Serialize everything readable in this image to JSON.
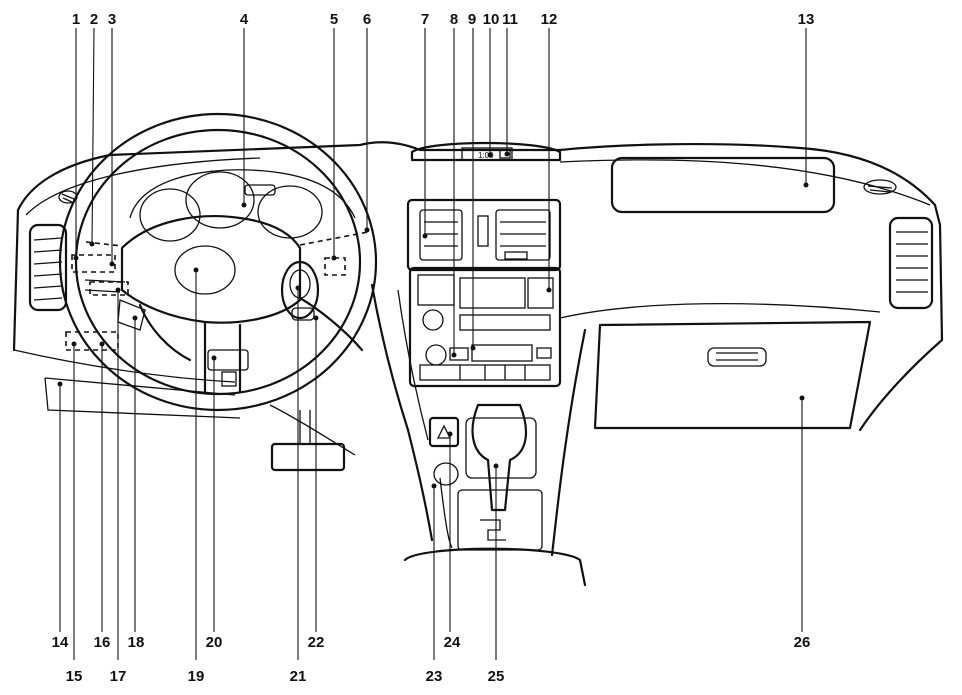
{
  "callouts": [
    {
      "id": "callout-1",
      "label": "1"
    },
    {
      "id": "callout-2",
      "label": "2"
    },
    {
      "id": "callout-3",
      "label": "3"
    },
    {
      "id": "callout-4",
      "label": "4"
    },
    {
      "id": "callout-5",
      "label": "5"
    },
    {
      "id": "callout-6",
      "label": "6"
    },
    {
      "id": "callout-7",
      "label": "7"
    },
    {
      "id": "callout-8",
      "label": "8"
    },
    {
      "id": "callout-9",
      "label": "9"
    },
    {
      "id": "callout-10",
      "label": "10"
    },
    {
      "id": "callout-11",
      "label": "11"
    },
    {
      "id": "callout-12",
      "label": "12"
    },
    {
      "id": "callout-13",
      "label": "13"
    },
    {
      "id": "callout-14",
      "label": "14"
    },
    {
      "id": "callout-15",
      "label": "15"
    },
    {
      "id": "callout-16",
      "label": "16"
    },
    {
      "id": "callout-17",
      "label": "17"
    },
    {
      "id": "callout-18",
      "label": "18"
    },
    {
      "id": "callout-19",
      "label": "19"
    },
    {
      "id": "callout-20",
      "label": "20"
    },
    {
      "id": "callout-21",
      "label": "21"
    },
    {
      "id": "callout-22",
      "label": "22"
    },
    {
      "id": "callout-23",
      "label": "23"
    },
    {
      "id": "callout-24",
      "label": "24"
    },
    {
      "id": "callout-25",
      "label": "25"
    },
    {
      "id": "callout-26",
      "label": "26"
    }
  ],
  "clock_display": "1:00"
}
